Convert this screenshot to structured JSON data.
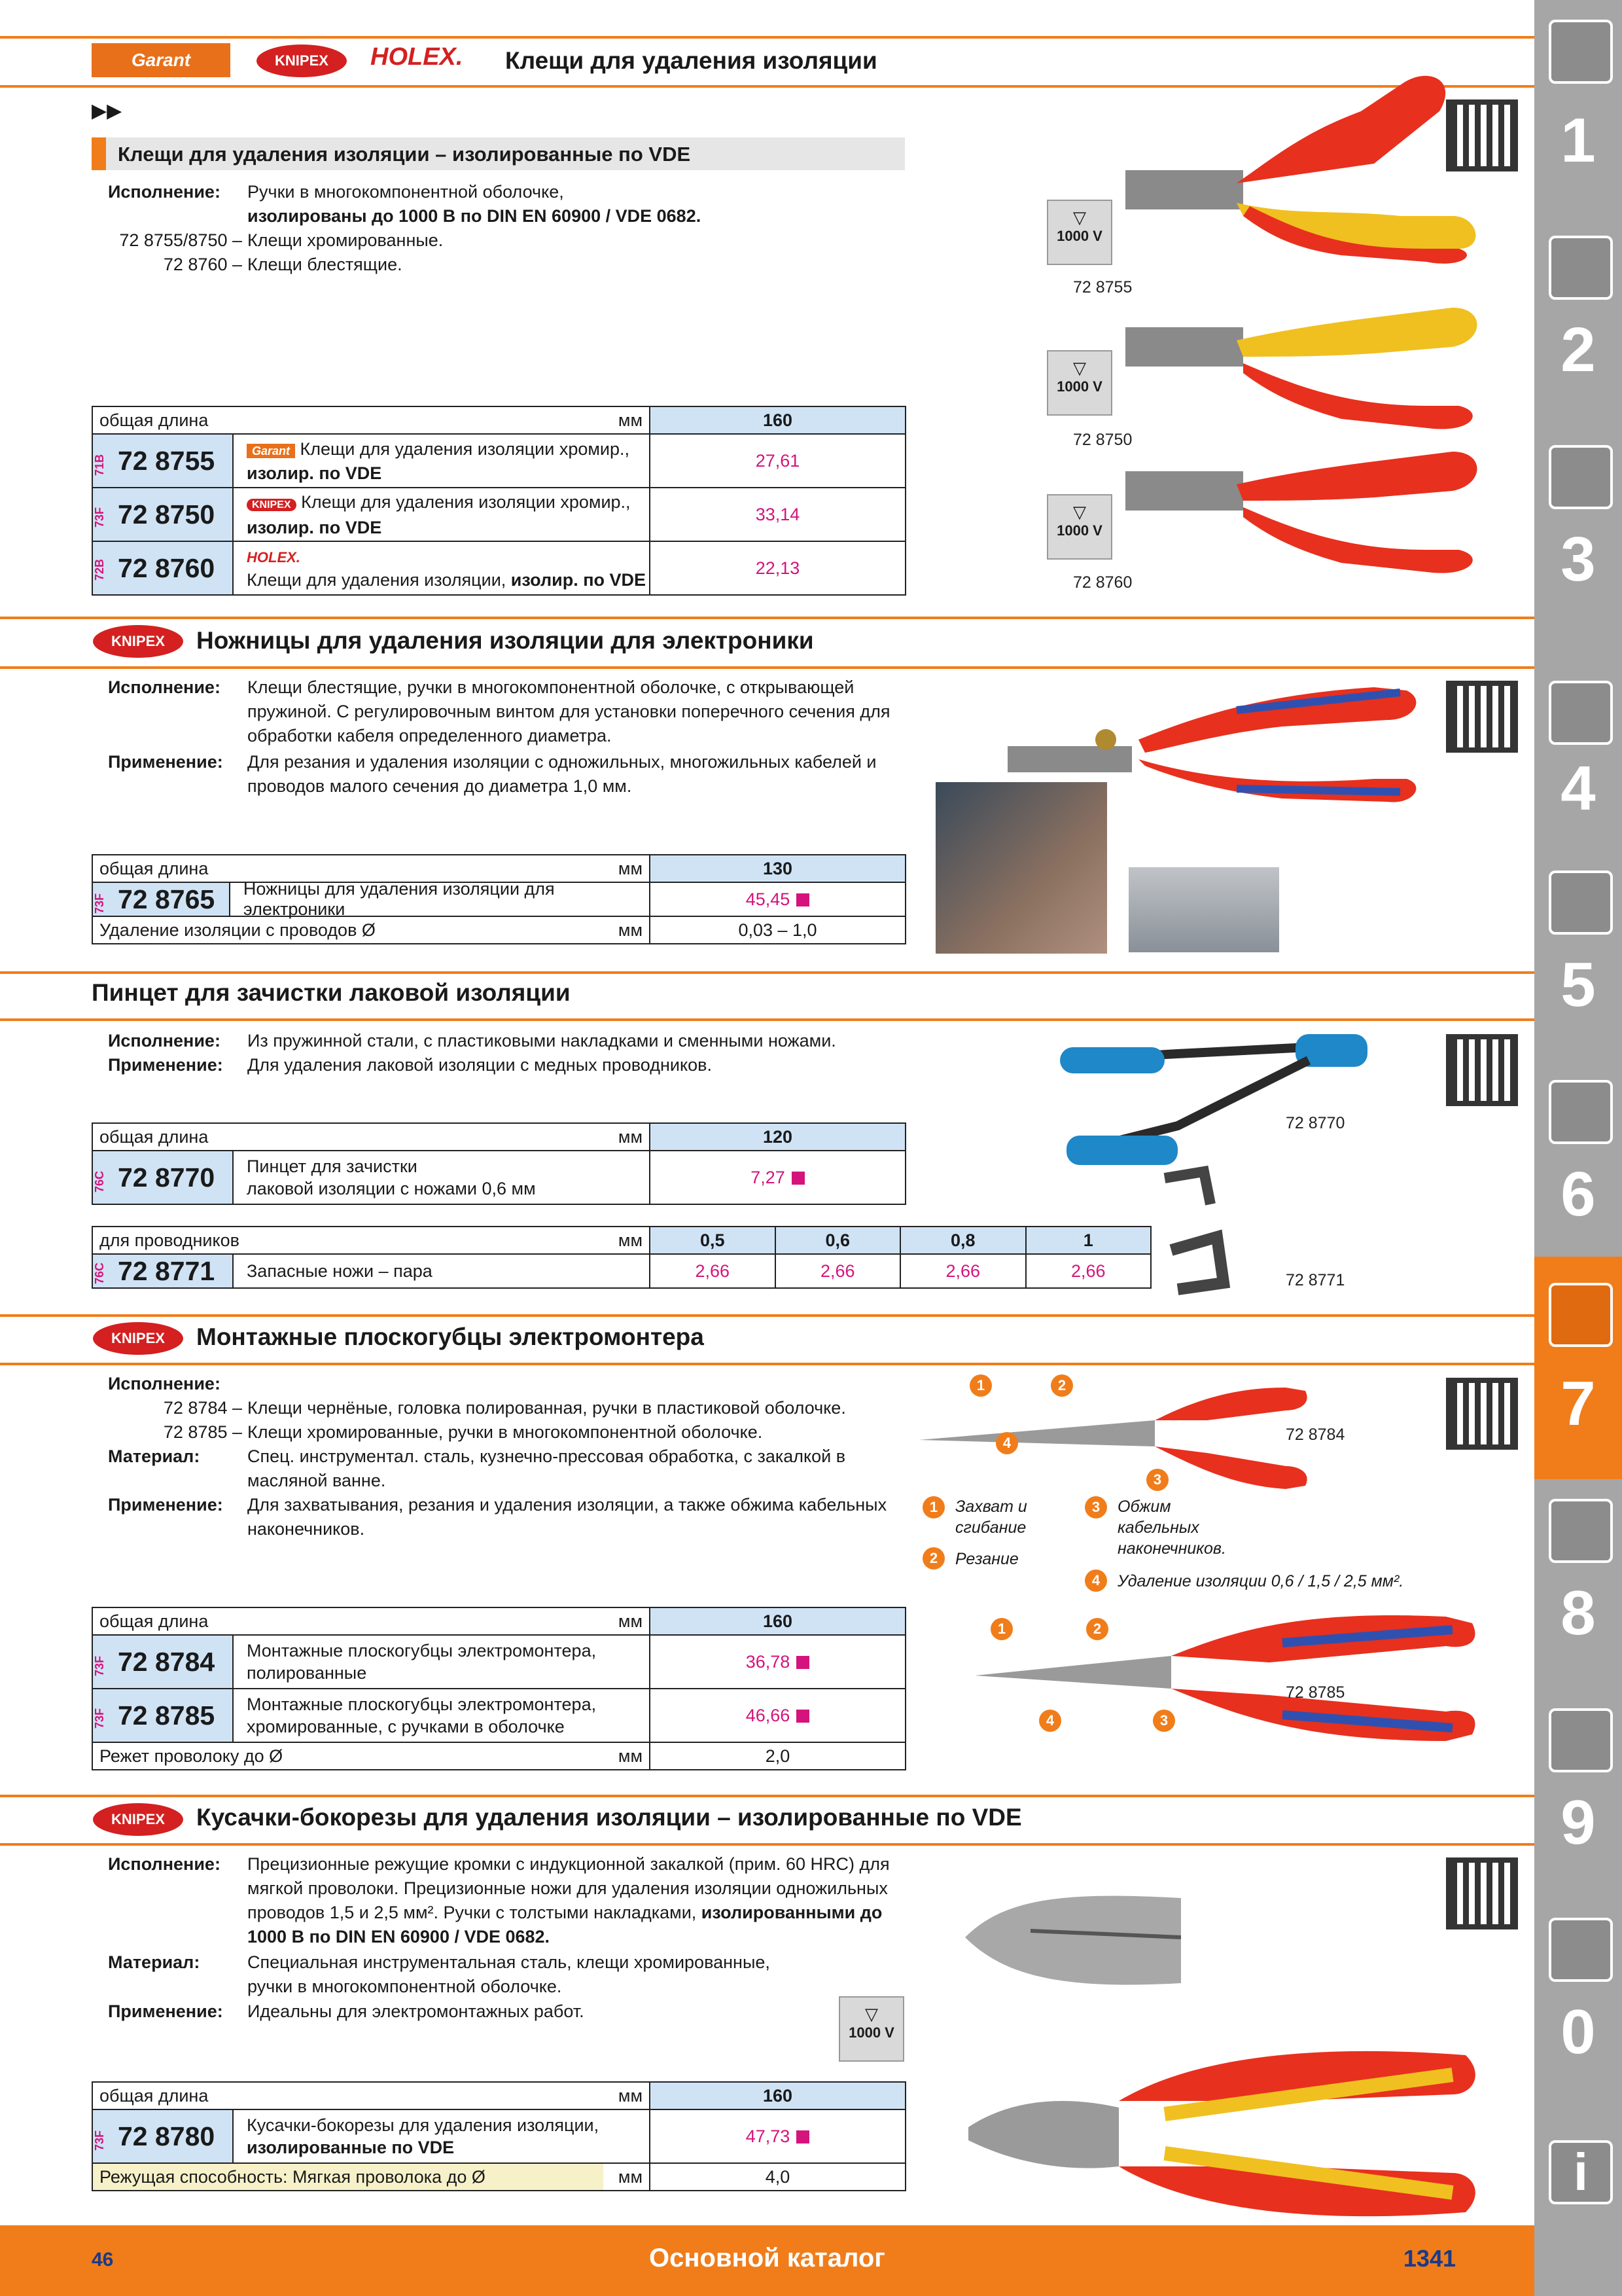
{
  "header": {
    "brands": [
      "Garant",
      "KNIPEX",
      "HOLEX."
    ],
    "title": "Клещи для удаления изоляции"
  },
  "section1": {
    "subtitle": "Клещи для удаления изоляции – изолированные по VDE",
    "lbl_exec": "Исполнение:",
    "exec_text": "Ручки в многокомпонентной оболочке,",
    "exec_bold": "изолированы до 1000 В по DIN EN 60900 / VDE 0682.",
    "num1": "72 8755/8750 –",
    "num1_text": "Клещи хромированные.",
    "num2": "72 8760 –",
    "num2_text": "Клещи блестящие.",
    "table": {
      "hdr_label": "общая длина",
      "hdr_unit": "мм",
      "hdr_val": "160",
      "rows": [
        {
          "code": "71B",
          "art": "72 8755",
          "brand": "Garant",
          "desc": "Клещи для удаления изоляции хромир.,",
          "desc_bold": "изолир. по VDE",
          "price": "27,61"
        },
        {
          "code": "73F",
          "art": "72 8750",
          "brand": "KNIPEX",
          "desc": "Клещи для удаления изоляции хромир.,",
          "desc_bold": "изолир. по VDE",
          "price": "33,14"
        },
        {
          "code": "72B",
          "art": "72 8760",
          "brand": "HOLEX.",
          "desc": "Клещи для удаления изоляции,",
          "desc_bold": "изолир. по VDE",
          "price": "22,13"
        }
      ]
    },
    "captions": [
      "72 8755",
      "72 8750",
      "72 8760"
    ],
    "vde": "1000 V"
  },
  "section2": {
    "title": "Ножницы для удаления изоляции для электроники",
    "lbl_exec": "Исполнение:",
    "exec_text": "Клещи блестящие, ручки в многокомпонентной оболочке, с открывающей пружиной. С регулировочным винтом для установки поперечного сечения для обработки кабеля определенного диаметра.",
    "lbl_use": "Применение:",
    "use_text": "Для резания и удаления изоляции с одножильных, многожильных кабелей и проводов малого сечения до диаметра 1,0 мм.",
    "table": {
      "hdr_label": "общая длина",
      "hdr_unit": "мм",
      "hdr_val": "130",
      "code": "73F",
      "art": "72 8765",
      "desc": "Ножницы для удаления изоляции для электроники",
      "price": "45,45",
      "extra_label": "Удаление изоляции с проводов Ø",
      "extra_unit": "мм",
      "extra_val": "0,03 – 1,0"
    }
  },
  "section3": {
    "title": "Пинцет для зачистки лаковой изоляции",
    "lbl_exec": "Исполнение:",
    "exec_text": "Из пружинной стали, с пластиковыми накладками и сменными ножами.",
    "lbl_use": "Применение:",
    "use_text": "Для удаления лаковой изоляции с медных проводников.",
    "table1": {
      "hdr_label": "общая длина",
      "hdr_unit": "мм",
      "hdr_val": "120",
      "code": "76C",
      "art": "72 8770",
      "desc": "Пинцет для зачистки",
      "desc2": "лаковой изоляции с ножами 0,6 мм",
      "price": "7,27"
    },
    "table2": {
      "hdr_label": "для проводников",
      "hdr_unit": "мм",
      "vals": [
        "0,5",
        "0,6",
        "0,8",
        "1"
      ],
      "code": "76C",
      "art": "72 8771",
      "desc": "Запасные ножи – пара",
      "prices": [
        "2,66",
        "2,66",
        "2,66",
        "2,66"
      ]
    },
    "captions": [
      "72 8770",
      "72 8771"
    ]
  },
  "section4": {
    "title": "Монтажные плоскогубцы электромонтера",
    "lbl_exec": "Исполнение:",
    "num1": "72 8784 –",
    "num1_text": "Клещи чернёные, головка полированная, ручки в пластиковой оболочке.",
    "num2": "72 8785 –",
    "num2_text": "Клещи хромированные, ручки в многокомпонентной оболочке.",
    "lbl_mat": "Материал:",
    "mat_text": "Спец. инструментал. сталь, кузнечно-прессовая обработка, с закалкой в масляной ванне.",
    "lbl_use": "Применение:",
    "use_text": "Для захватывания, резания и удаления изоляции, а также обжима кабельных наконечников.",
    "legend": {
      "l1": "Захват и сгибание",
      "l2": "Резание",
      "l3": "Обжим кабельных наконечников.",
      "l4": "Удаление изоляции 0,6 / 1,5 / 2,5 мм²."
    },
    "table": {
      "hdr_label": "общая длина",
      "hdr_unit": "мм",
      "hdr_val": "160",
      "rows": [
        {
          "code": "73F",
          "art": "72 8784",
          "desc": "Монтажные плоскогубцы электромонтера,",
          "desc2": "полированные",
          "price": "36,78"
        },
        {
          "code": "73F",
          "art": "72 8785",
          "desc": "Монтажные плоскогубцы электромонтера,",
          "desc2": "хромированные, с ручками в оболочке",
          "price": "46,66"
        }
      ],
      "extra_label": "Режет проволоку до Ø",
      "extra_unit": "мм",
      "extra_val": "2,0"
    },
    "captions": [
      "72 8784",
      "72 8785"
    ]
  },
  "section5": {
    "title": "Кусачки-бокорезы для удаления изоляции – изолированные по VDE",
    "lbl_exec": "Исполнение:",
    "exec_text": "Прецизионные режущие кромки с индукционной закалкой (прим. 60 HRC) для мягкой проволоки. Прецизионные ножи для удаления изоляции одножильных проводов 1,5 и 2,5 мм². Ручки с толстыми накладками,",
    "exec_bold": "изолированными до 1000 В по DIN EN 60900 / VDE 0682.",
    "lbl_mat": "Материал:",
    "mat_text": "Специальная инструментальная сталь, клещи хромированные, ручки в многокомпонентной оболочке.",
    "lbl_use": "Применение:",
    "use_text": "Идеальны для электромонтажных работ.",
    "table": {
      "hdr_label": "общая длина",
      "hdr_unit": "мм",
      "hdr_val": "160",
      "code": "73F",
      "art": "72 8780",
      "desc": "Кусачки-бокорезы для удаления изоляции,",
      "desc_bold": "изолированные по VDE",
      "price": "47,73",
      "extra_label": "Режущая способность: Мягкая проволока до Ø",
      "extra_unit": "мм",
      "extra_val": "4,0"
    }
  },
  "footer": {
    "left": "46",
    "center": "Основной каталог",
    "right": "1341"
  },
  "side_tabs": [
    "1",
    "2",
    "3",
    "4",
    "5",
    "6",
    "7",
    "8",
    "9",
    "0",
    "i"
  ],
  "colors": {
    "accent": "#f07d1a",
    "price": "#d4147c",
    "table_blue": "#cfe3f5"
  }
}
